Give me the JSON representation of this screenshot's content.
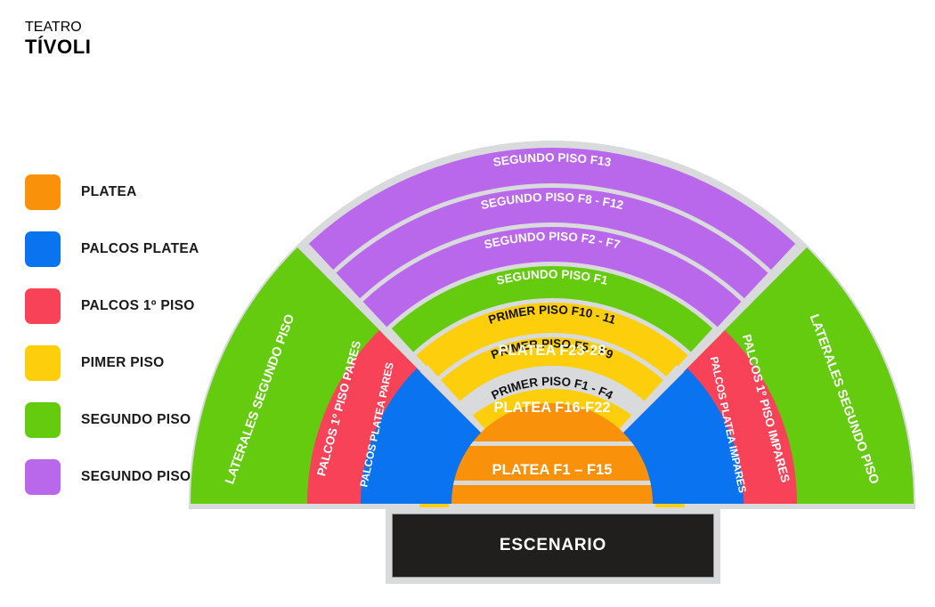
{
  "header": {
    "line1": "TEATRO",
    "line2": "TÍVOLI"
  },
  "legend": {
    "items": [
      {
        "label": "PLATEA",
        "color": "#F9910B"
      },
      {
        "label": "PALCOS PLATEA",
        "color": "#0A73F0"
      },
      {
        "label": "PALCOS 1º PISO",
        "color": "#F84257"
      },
      {
        "label": "PIMER PISO",
        "color": "#FDCE0C"
      },
      {
        "label": "SEGUNDO PISO",
        "color": "#64CB0E"
      },
      {
        "label": "SEGUNDO PISO",
        "color": "#B968EC"
      }
    ]
  },
  "map": {
    "colors": {
      "platea": "#F9910B",
      "palcos_platea": "#0A73F0",
      "palcos_primer_piso": "#F84257",
      "primer_piso": "#FDCE0C",
      "segundo_piso_green": "#64CB0E",
      "segundo_piso_purple": "#B968EC",
      "gap": "#d9dadb",
      "stage": "#201f1e"
    },
    "arcs": [
      {
        "name": "segundo-piso-f13",
        "label": "SEGUNDO PISO F13",
        "color": "#B968EC",
        "text": "light"
      },
      {
        "name": "segundo-piso-f8-f12",
        "label": "SEGUNDO PISO F8 - F12",
        "color": "#B968EC",
        "text": "light"
      },
      {
        "name": "segundo-piso-f2-f7",
        "label": "SEGUNDO PISO F2 - F7",
        "color": "#B968EC",
        "text": "light"
      },
      {
        "name": "segundo-piso-f1",
        "label": "SEGUNDO PISO F1",
        "color": "#64CB0E",
        "text": "light"
      },
      {
        "name": "primer-piso-f10-11",
        "label": "PRIMER PISO F10 - 11",
        "color": "#FDCE0C",
        "text": "dark"
      },
      {
        "name": "primer-piso-f5-f9",
        "label": "PRIMER PISO F5 - F9",
        "color": "#FDCE0C",
        "text": "dark"
      },
      {
        "name": "primer-piso-f1-f4",
        "label": "PRIMER PISO F1 - F4",
        "color": "#FDCE0C",
        "text": "dark"
      }
    ],
    "platea_rows": [
      {
        "name": "platea-f23-28",
        "label": "PLATEA F23-28"
      },
      {
        "name": "platea-f16-f22",
        "label": "PLATEA F16-F22"
      },
      {
        "name": "platea-f1-f15",
        "label": "PLATEA F1 – F15"
      }
    ],
    "side_left": [
      {
        "name": "laterales-segundo-piso-left",
        "label": "LATERALES SEGUNDO PISO",
        "color": "#64CB0E"
      },
      {
        "name": "palcos-primer-piso-pares",
        "label": "PALCOS 1º PISO PARES",
        "color": "#F84257"
      },
      {
        "name": "palcos-platea-pares",
        "label": "PALCOS PLATEA PARES",
        "color": "#0A73F0"
      }
    ],
    "side_right": [
      {
        "name": "palcos-platea-impares",
        "label": "PALCOS PLATEA IMPARES",
        "color": "#0A73F0"
      },
      {
        "name": "palcos-primer-piso-impares",
        "label": "PALCOS 1º PISO IMPARES",
        "color": "#F84257"
      },
      {
        "name": "laterales-segundo-piso-right",
        "label": "LATERALES SEGUNDO PISO",
        "color": "#64CB0E"
      }
    ],
    "stage": {
      "label": "ESCENARIO"
    }
  }
}
